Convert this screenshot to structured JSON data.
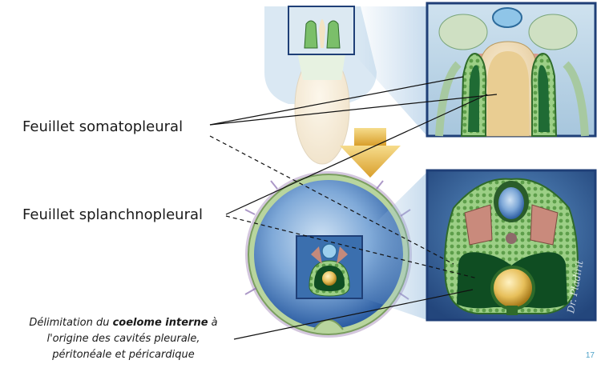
{
  "labels": {
    "somatopleural": "Feuillet somatopleural",
    "splanchnopleural": "Feuillet splanchnopleural",
    "delimitation_line1_before": "Délimitation du ",
    "delimitation_line1_bold": "coelome interne",
    "delimitation_line1_after": " à",
    "delimitation_line2": "l'origine des cavités  pleurale,",
    "delimitation_line3": "péritonéale et péricardique"
  },
  "slide_number": "17",
  "signature": "Dr. Pladirit",
  "colors": {
    "amnion_blue": "#4f86c6",
    "panel_border": "#1f3f77",
    "coelom_green": "#0f4d22",
    "cell_green": "#7bbf6a",
    "yolk": "#d8a63a",
    "arrow_gold": "#e7b84a",
    "slide_number": "#4fa3c8"
  }
}
